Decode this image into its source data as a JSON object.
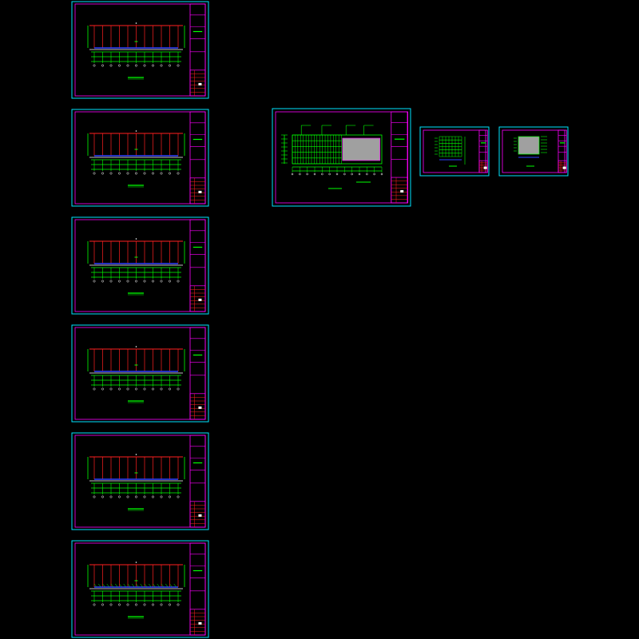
{
  "app": {
    "background": "#000000"
  },
  "colors": {
    "sheet_border": "#00e5ff",
    "frame": "#ff00ff",
    "wall": "#ff2020",
    "dimension": "#00ff00",
    "grid_line": "#ff00ff",
    "blue_line": "#3040ff",
    "white": "#ffffff",
    "block_fill": "#a0a0a0"
  },
  "sheets": [
    {
      "type": "elevation",
      "variant": "standard"
    },
    {
      "type": "elevation",
      "variant": "standard"
    },
    {
      "type": "elevation",
      "variant": "standard"
    },
    {
      "type": "elevation",
      "variant": "standard"
    },
    {
      "type": "elevation",
      "variant": "standard"
    },
    {
      "type": "elevation",
      "variant": "detailed"
    },
    {
      "type": "plan",
      "variant": "large"
    },
    {
      "type": "plan",
      "variant": "small-grid"
    },
    {
      "type": "plan",
      "variant": "small-block"
    }
  ]
}
